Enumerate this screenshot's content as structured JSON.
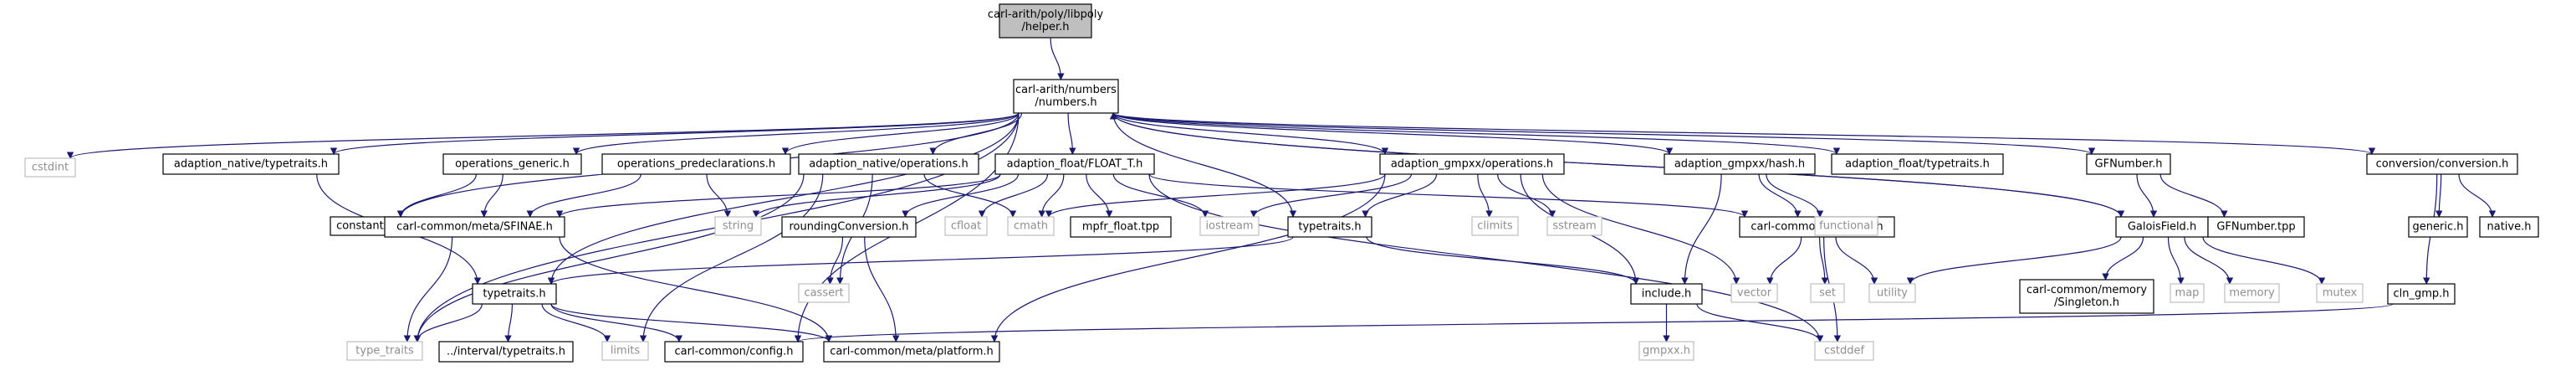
{
  "graph_title": "",
  "colors": {
    "edge": "#191970",
    "node_border": "#000000",
    "system_border": "#bfbfbf",
    "system_text": "#8f8f8f",
    "root_fill": "#bfbfbf",
    "node_fill": "#ffffff"
  },
  "nodes": [
    {
      "id": "helper",
      "lines": [
        "carl-arith/poly/libpoly",
        "/helper.h"
      ],
      "kind": "root"
    },
    {
      "id": "numbers",
      "lines": [
        "carl-arith/numbers",
        "/numbers.h"
      ],
      "kind": "local"
    },
    {
      "id": "cstdint",
      "lines": [
        "cstdint"
      ],
      "kind": "system"
    },
    {
      "id": "adn_typetraits",
      "lines": [
        "adaption_native/typetraits.h"
      ],
      "kind": "local"
    },
    {
      "id": "constants",
      "lines": [
        "constants.h"
      ],
      "kind": "local"
    },
    {
      "id": "ops_generic",
      "lines": [
        "operations_generic.h"
      ],
      "kind": "local"
    },
    {
      "id": "ops_predecl",
      "lines": [
        "operations_predeclarations.h"
      ],
      "kind": "local"
    },
    {
      "id": "adn_ops",
      "lines": [
        "adaption_native/operations.h"
      ],
      "kind": "local"
    },
    {
      "id": "adf_float",
      "lines": [
        "adaption_float/FLOAT_T.h"
      ],
      "kind": "local"
    },
    {
      "id": "adg_ops",
      "lines": [
        "adaption_gmpxx/operations.h"
      ],
      "kind": "local"
    },
    {
      "id": "adg_hash",
      "lines": [
        "adaption_gmpxx/hash.h"
      ],
      "kind": "local"
    },
    {
      "id": "adf_typetraits",
      "lines": [
        "adaption_float/typetraits.h"
      ],
      "kind": "local"
    },
    {
      "id": "gfnumber",
      "lines": [
        "GFNumber.h"
      ],
      "kind": "local"
    },
    {
      "id": "conversion",
      "lines": [
        "conversion/conversion.h"
      ],
      "kind": "local"
    },
    {
      "id": "sfinae",
      "lines": [
        "carl-common/meta/SFINAE.h"
      ],
      "kind": "local"
    },
    {
      "id": "string",
      "lines": [
        "string"
      ],
      "kind": "system"
    },
    {
      "id": "rounding",
      "lines": [
        "roundingConversion.h"
      ],
      "kind": "local"
    },
    {
      "id": "cfloat",
      "lines": [
        "cfloat"
      ],
      "kind": "system"
    },
    {
      "id": "cmath",
      "lines": [
        "cmath"
      ],
      "kind": "system"
    },
    {
      "id": "mpfr",
      "lines": [
        "mpfr_float.tpp"
      ],
      "kind": "local"
    },
    {
      "id": "iostream",
      "lines": [
        "iostream"
      ],
      "kind": "system"
    },
    {
      "id": "typetraits_local",
      "lines": [
        "typetraits.h"
      ],
      "kind": "local"
    },
    {
      "id": "climits",
      "lines": [
        "climits"
      ],
      "kind": "system"
    },
    {
      "id": "sstream",
      "lines": [
        "sstream"
      ],
      "kind": "system"
    },
    {
      "id": "util_hash",
      "lines": [
        "carl-common/util/hash.h"
      ],
      "kind": "local"
    },
    {
      "id": "functional",
      "lines": [
        "functional"
      ],
      "kind": "system"
    },
    {
      "id": "galoisfield",
      "lines": [
        "GaloisField.h"
      ],
      "kind": "local"
    },
    {
      "id": "gfnumber_tpp",
      "lines": [
        "GFNumber.tpp"
      ],
      "kind": "local"
    },
    {
      "id": "generic",
      "lines": [
        "generic.h"
      ],
      "kind": "local"
    },
    {
      "id": "native",
      "lines": [
        "native.h"
      ],
      "kind": "local"
    },
    {
      "id": "cassert",
      "lines": [
        "cassert"
      ],
      "kind": "system"
    },
    {
      "id": "typetraits_interval_parent",
      "lines": [
        "typetraits.h"
      ],
      "kind": "local"
    },
    {
      "id": "include",
      "lines": [
        "include.h"
      ],
      "kind": "local"
    },
    {
      "id": "vector",
      "lines": [
        "vector"
      ],
      "kind": "system"
    },
    {
      "id": "set",
      "lines": [
        "set"
      ],
      "kind": "system"
    },
    {
      "id": "utility",
      "lines": [
        "utility"
      ],
      "kind": "system"
    },
    {
      "id": "singleton",
      "lines": [
        "carl-common/memory",
        "/Singleton.h"
      ],
      "kind": "local"
    },
    {
      "id": "map",
      "lines": [
        "map"
      ],
      "kind": "system"
    },
    {
      "id": "memory",
      "lines": [
        "memory"
      ],
      "kind": "system"
    },
    {
      "id": "mutex",
      "lines": [
        "mutex"
      ],
      "kind": "system"
    },
    {
      "id": "cln_gmp",
      "lines": [
        "cln_gmp.h"
      ],
      "kind": "local"
    },
    {
      "id": "type_traits",
      "lines": [
        "type_traits"
      ],
      "kind": "system"
    },
    {
      "id": "interval_typetraits",
      "lines": [
        "../interval/typetraits.h"
      ],
      "kind": "local"
    },
    {
      "id": "limits",
      "lines": [
        "limits"
      ],
      "kind": "system"
    },
    {
      "id": "config",
      "lines": [
        "carl-common/config.h"
      ],
      "kind": "local"
    },
    {
      "id": "platform",
      "lines": [
        "carl-common/meta/platform.h"
      ],
      "kind": "local"
    },
    {
      "id": "gmpxx",
      "lines": [
        "gmpxx.h"
      ],
      "kind": "system"
    },
    {
      "id": "cstddef",
      "lines": [
        "cstddef"
      ],
      "kind": "system"
    }
  ],
  "edges": [
    [
      "helper",
      "numbers"
    ],
    [
      "numbers",
      "cstdint"
    ],
    [
      "numbers",
      "adn_typetraits"
    ],
    [
      "numbers",
      "constants"
    ],
    [
      "numbers",
      "ops_generic"
    ],
    [
      "numbers",
      "ops_predecl"
    ],
    [
      "numbers",
      "adn_ops"
    ],
    [
      "numbers",
      "adf_float"
    ],
    [
      "numbers",
      "adg_ops"
    ],
    [
      "numbers",
      "adg_hash"
    ],
    [
      "numbers",
      "adf_typetraits"
    ],
    [
      "numbers",
      "gfnumber"
    ],
    [
      "numbers",
      "galoisfield"
    ],
    [
      "numbers",
      "conversion"
    ],
    [
      "numbers",
      "typetraits_local"
    ],
    [
      "numbers",
      "type_traits"
    ],
    [
      "numbers",
      "config"
    ],
    [
      "numbers",
      "typetraits_interval_parent"
    ],
    [
      "adn_typetraits",
      "typetraits_interval_parent"
    ],
    [
      "ops_generic",
      "constants"
    ],
    [
      "ops_generic",
      "sfinae"
    ],
    [
      "ops_predecl",
      "sfinae"
    ],
    [
      "ops_predecl",
      "string"
    ],
    [
      "adn_ops",
      "cmath"
    ],
    [
      "adn_ops",
      "cassert"
    ],
    [
      "adn_ops",
      "limits"
    ],
    [
      "adn_ops",
      "type_traits"
    ],
    [
      "adf_float",
      "sfinae"
    ],
    [
      "adf_float",
      "string"
    ],
    [
      "adf_float",
      "rounding"
    ],
    [
      "adf_float",
      "cfloat"
    ],
    [
      "adf_float",
      "cmath"
    ],
    [
      "adf_float",
      "mpfr"
    ],
    [
      "adf_float",
      "iostream"
    ],
    [
      "adf_float",
      "util_hash"
    ],
    [
      "adf_float",
      "cstddef"
    ],
    [
      "adg_ops",
      "cmath"
    ],
    [
      "adg_ops",
      "iostream"
    ],
    [
      "adg_ops",
      "typetraits_local"
    ],
    [
      "adg_ops",
      "climits"
    ],
    [
      "adg_ops",
      "sstream"
    ],
    [
      "adg_ops",
      "vector"
    ],
    [
      "adg_ops",
      "include"
    ],
    [
      "adg_ops",
      "platform"
    ],
    [
      "adg_hash",
      "util_hash"
    ],
    [
      "adg_hash",
      "functional"
    ],
    [
      "adg_hash",
      "include"
    ],
    [
      "gfnumber",
      "galoisfield"
    ],
    [
      "gfnumber",
      "gfnumber_tpp"
    ],
    [
      "galoisfield",
      "numbers"
    ],
    [
      "galoisfield",
      "utility"
    ],
    [
      "galoisfield",
      "singleton"
    ],
    [
      "galoisfield",
      "map"
    ],
    [
      "galoisfield",
      "memory"
    ],
    [
      "galoisfield",
      "mutex"
    ],
    [
      "conversion",
      "generic"
    ],
    [
      "conversion",
      "native"
    ],
    [
      "conversion",
      "cln_gmp"
    ],
    [
      "cln_gmp",
      "config"
    ],
    [
      "sfinae",
      "type_traits"
    ],
    [
      "sfinae",
      "platform"
    ],
    [
      "rounding",
      "cassert"
    ],
    [
      "rounding",
      "platform"
    ],
    [
      "typetraits_local",
      "typetraits_interval_parent"
    ],
    [
      "typetraits_local",
      "include"
    ],
    [
      "util_hash",
      "vector"
    ],
    [
      "util_hash",
      "set"
    ],
    [
      "util_hash",
      "utility"
    ],
    [
      "util_hash",
      "cstddef"
    ],
    [
      "typetraits_interval_parent",
      "type_traits"
    ],
    [
      "typetraits_interval_parent",
      "interval_typetraits"
    ],
    [
      "typetraits_interval_parent",
      "limits"
    ],
    [
      "typetraits_interval_parent",
      "config"
    ],
    [
      "typetraits_interval_parent",
      "platform"
    ],
    [
      "include",
      "gmpxx"
    ],
    [
      "include",
      "cstddef"
    ]
  ]
}
